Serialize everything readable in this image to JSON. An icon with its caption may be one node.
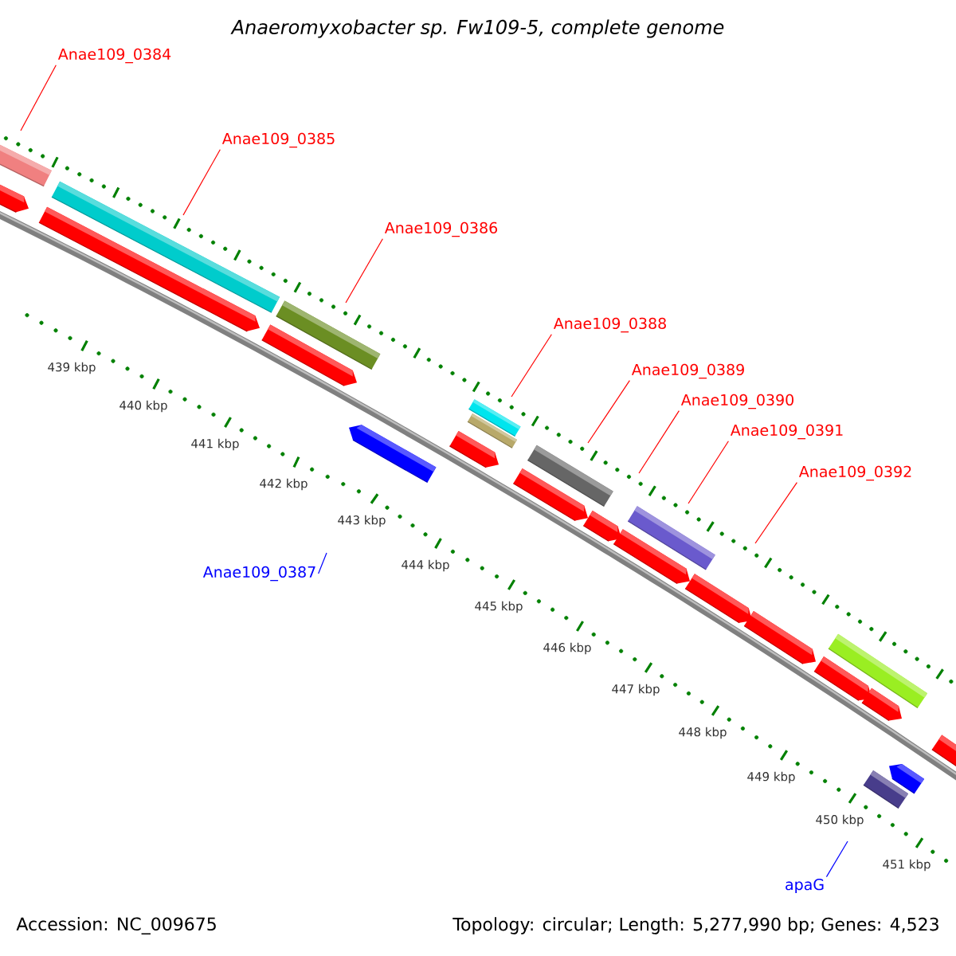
{
  "diagram": {
    "title": "Anaeromyxobacter sp. Fw109-5, complete genome",
    "nodes": [
      {
        "text": [
          "Anae109_0384"
        ]
      },
      {
        "text": [
          "Anae109_0385"
        ]
      },
      {
        "text": [
          "Anae109_0386"
        ]
      },
      {
        "text": [
          "Anae109_0388"
        ]
      },
      {
        "text": [
          "Anae109_0389"
        ]
      },
      {
        "text": [
          "Anae109_0390"
        ]
      },
      {
        "text": [
          "Anae109_0391"
        ]
      },
      {
        "text": [
          "Anae109_0392"
        ]
      },
      {
        "text": [
          "Anae109_0387"
        ]
      },
      {
        "text": [
          "apaG"
        ]
      }
    ],
    "edges": [
      {
        "from": 0,
        "to": null,
        "arrow": "none"
      },
      {
        "from": 1,
        "to": null,
        "arrow": "none"
      },
      {
        "from": 2,
        "to": null,
        "arrow": "none"
      },
      {
        "from": 3,
        "to": null,
        "arrow": "none"
      },
      {
        "from": 4,
        "to": null,
        "arrow": "none"
      },
      {
        "from": 5,
        "to": null,
        "arrow": "none"
      },
      {
        "from": 6,
        "to": null,
        "arrow": "none"
      },
      {
        "from": 7,
        "to": null,
        "arrow": "none"
      },
      {
        "from": 8,
        "to": null,
        "arrow": "none",
        "color": "#0000ff"
      },
      {
        "from": 9,
        "to": null,
        "arrow": "none",
        "color": "#0000ff"
      }
    ],
    "labels": [
      "439 kbp",
      "440 kbp",
      "441 kbp",
      "442 kbp",
      "443 kbp",
      "444 kbp",
      "445 kbp",
      "446 kbp",
      "447 kbp",
      "448 kbp",
      "449 kbp",
      "450 kbp",
      "451 kbp",
      "Accession: NC_009675",
      "Topology: circular; Length: 5,277,990 bp; Genes: 4,523"
    ]
  }
}
